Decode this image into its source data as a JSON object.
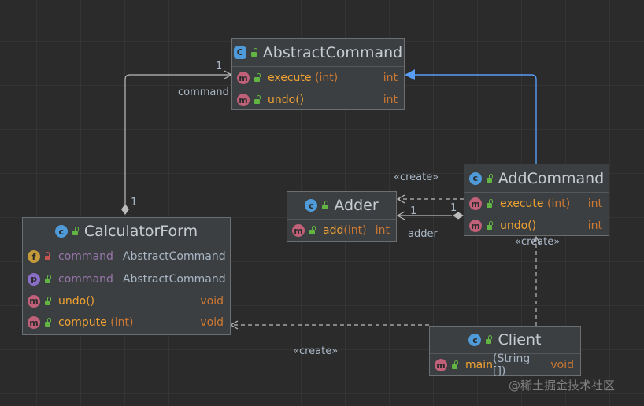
{
  "classes": {
    "abstract_command": {
      "name": "AbstractCommand",
      "methods": [
        {
          "name": "execute",
          "param": "int",
          "return": "int"
        },
        {
          "name": "undo",
          "param": "",
          "return": "int"
        }
      ]
    },
    "add_command": {
      "name": "AddCommand",
      "methods": [
        {
          "name": "execute",
          "param": "int",
          "return": "int"
        },
        {
          "name": "undo",
          "param": "",
          "return": "int"
        }
      ]
    },
    "adder": {
      "name": "Adder",
      "methods": [
        {
          "name": "add",
          "param": "int",
          "return": "int"
        }
      ]
    },
    "calculator_form": {
      "name": "CalculatorForm",
      "fields": [
        {
          "badge": "f",
          "name": "command",
          "type": "AbstractCommand"
        },
        {
          "badge": "p",
          "name": "command",
          "type": "AbstractCommand"
        }
      ],
      "methods": [
        {
          "name": "undo",
          "param": "",
          "return": "void"
        },
        {
          "name": "compute",
          "param": "int",
          "return": "void"
        }
      ]
    },
    "client": {
      "name": "Client",
      "methods": [
        {
          "name": "main",
          "param": "String []",
          "return": "void"
        }
      ]
    }
  },
  "edges": {
    "command_label": "command",
    "command_mult_target": "1",
    "command_mult_source": "1",
    "adder_label": "adder",
    "adder_mult_target": "1",
    "adder_mult_source": "1",
    "create_add_to_adder": "«create»",
    "create_client_to_add": "«create»",
    "create_client_to_form": "«create»"
  },
  "watermark": "@稀土掘金技术社区",
  "colors": {
    "background": "#2b2b2b",
    "edge": "#bbbbbb",
    "inheritance": "#589df6",
    "method_name": "#f0a232",
    "type_keyword": "#cc7832"
  }
}
